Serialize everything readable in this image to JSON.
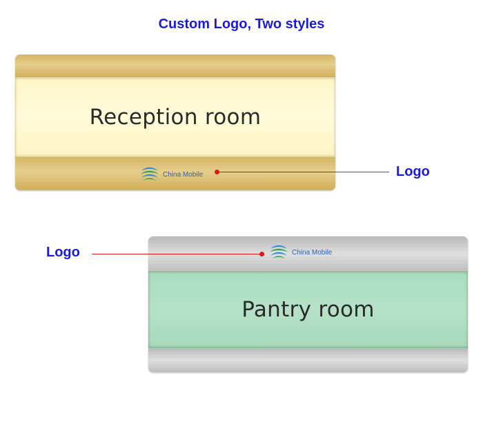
{
  "headline": "Custom Logo, Two styles",
  "signs": [
    {
      "style": "gold",
      "room_name": "Reception room",
      "logo_text": "China Mobile",
      "logo_position": "bottom band"
    },
    {
      "style": "silver",
      "room_name": "Pantry room",
      "logo_text": "China Mobile",
      "logo_position": "top band"
    }
  ],
  "callouts": [
    {
      "label": "Logo",
      "side": "right"
    },
    {
      "label": "Logo",
      "side": "left"
    }
  ],
  "colors": {
    "accent": "#1a1adf",
    "callout": "#e01818",
    "brand_blue": "#2f63b3",
    "gold_insert": "#fff8cf",
    "silver_insert": "#b0dfc2"
  },
  "icons": [
    "china-mobile-logo-icon"
  ]
}
